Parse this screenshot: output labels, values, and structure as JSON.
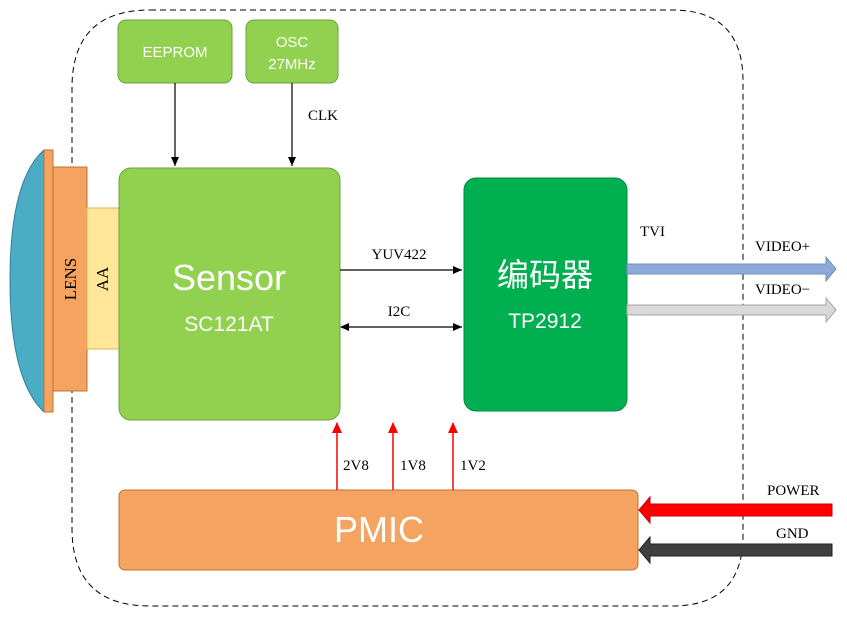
{
  "blocks": {
    "eeprom": "EEPROM",
    "osc_line1": "OSC",
    "osc_line2": "27MHz",
    "sensor_title": "Sensor",
    "sensor_model": "SC121AT",
    "encoder_title": "编码器",
    "encoder_model": "TP2912",
    "pmic": "PMIC",
    "lens": "LENS",
    "aa": "AA"
  },
  "signals": {
    "clk": "CLK",
    "yuv": "YUV422",
    "i2c": "I2C",
    "tvi": "TVI",
    "video_plus": "VIDEO+",
    "video_minus": "VIDEO−",
    "v2v8": "2V8",
    "v1v8": "1V8",
    "v1v2": "1V2",
    "power": "POWER",
    "gnd": "GND"
  },
  "colors": {
    "light_green": "#92d050",
    "dark_green": "#00b050",
    "orange": "#f4a460",
    "lens_blue": "#4bacc6",
    "aa_yellow": "#ffe699",
    "video_plus": "#8eaadb",
    "video_minus": "#d9d9d9",
    "power": "#ff0000",
    "gnd": "#404040",
    "supply_arrow": "#ff0000"
  }
}
